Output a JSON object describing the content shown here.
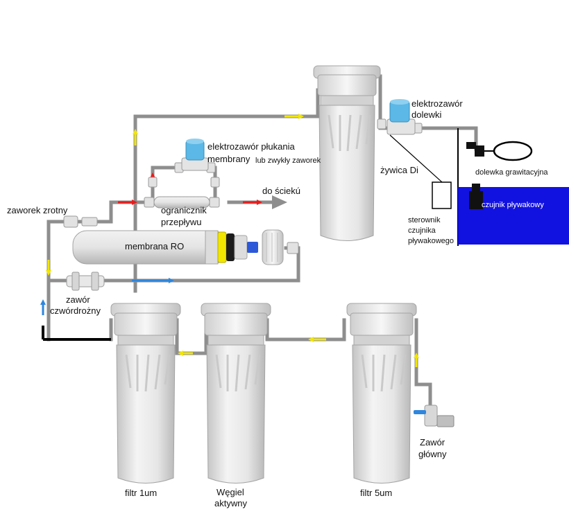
{
  "colors": {
    "pipe": "#8e8e8e",
    "housing": "#e9e9e9",
    "housing_shade": "#c9c9c9",
    "arrow_yellow": "#f2e600",
    "arrow_red": "#e81c1c",
    "arrow_blue": "#2e86de",
    "solenoid_blue": "#5cb8e6",
    "tank_blue": "#1212e0",
    "black": "#000000"
  },
  "labels": {
    "zaworek_zrotny": "zaworek zrotny",
    "elektrozawor_plukania_line1": "elektrozawór płukania",
    "elektrozawor_plukania_line2": "membrany",
    "lub_zwykly_zaworek": "lub zwykły zaworek",
    "do_scieku": "do ściekú",
    "ogranicznik_line1": "ogranicznik",
    "ogranicznik_line2": "przepływu",
    "membrana_ro": "membrana RO",
    "zawor_czwordrozny_line1": "zawór",
    "zawor_czwordrozny_line2": "czwórdrożny",
    "elektrozawor_dolewki_line1": "elektrozawór",
    "elektrozawor_dolewki_line2": "dolewki",
    "zywica_di": "żywica Di",
    "dolewka_grawitacyjna": "dolewka grawitacyjna",
    "czujnik_plywakowy": "czujnik pływakowy",
    "sterownik_line1": "sterownik",
    "sterownik_line2": "czujnika",
    "sterownik_line3": "pływakowego",
    "zawor_glowny_line1": "Zawór",
    "zawor_glowny_line2": "główny",
    "filtr_1um": "filtr 1um",
    "wegiel_line1": "Węgiel",
    "wegiel_line2": "aktywny",
    "filtr_5um": "filtr 5um"
  }
}
